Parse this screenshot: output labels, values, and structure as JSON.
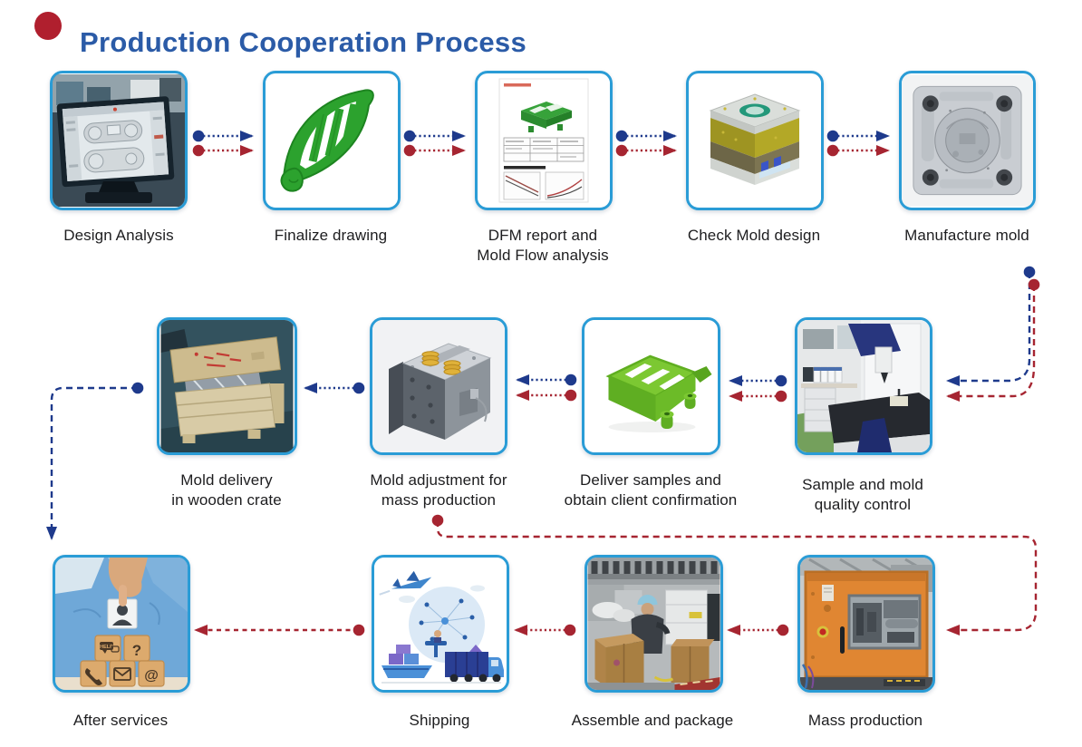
{
  "title": {
    "text": "Production Cooperation Process",
    "text_color": "#2b5ba7",
    "bullet_color": "#b01f2e"
  },
  "colors": {
    "box_border": "#2a9cd6",
    "arrow_blue": "#1e3a8c",
    "arrow_red": "#a62531",
    "label_text": "#1d1d1f"
  },
  "steps": [
    {
      "label": "Design Analysis",
      "image": "design-analysis-monitor-photo"
    },
    {
      "label": "Finalize drawing",
      "image": "green-part-cad-render"
    },
    {
      "label": "DFM report and\nMold Flow analysis",
      "image": "dfm-report-document"
    },
    {
      "label": "Check Mold design",
      "image": "mold-design-3d-model"
    },
    {
      "label": "Manufacture mold",
      "image": "machined-mold-plate-photo"
    },
    {
      "label": "Sample and mold\nquality control",
      "image": "cmm-measuring-machine-photo"
    },
    {
      "label": "Deliver samples and\nobtain client confirmation",
      "image": "green-sample-part-photo"
    },
    {
      "label": "Mold adjustment for\nmass production",
      "image": "mold-with-springs-photo"
    },
    {
      "label": "Mold delivery\nin wooden crate",
      "image": "wooden-crate-photo"
    },
    {
      "label": "After services",
      "image": "customer-service-blocks-photo"
    },
    {
      "label": "Shipping",
      "image": "logistics-illustration"
    },
    {
      "label": "Assemble and package",
      "image": "packaging-factory-photo"
    },
    {
      "label": "Mass production",
      "image": "injection-molding-machine-photo"
    }
  ]
}
